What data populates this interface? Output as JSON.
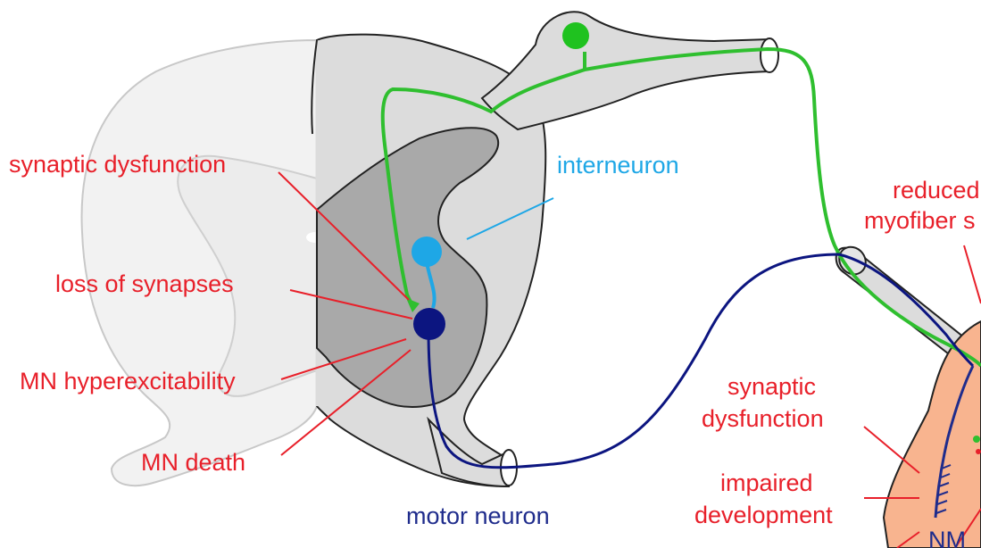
{
  "labels": {
    "synaptic_dysfunction": "synaptic dysfunction",
    "loss_of_synapses": "loss of synapses",
    "mn_hyperexcitability": "MN hyperexcitability",
    "mn_death": "MN death",
    "interneuron": "interneuron",
    "motor_neuron": "motor neuron",
    "reduced_line1": "reduced",
    "reduced_line2": "myofiber s",
    "synaptic_dysfunction_2_line1": "synaptic",
    "synaptic_dysfunction_2_line2": "dysfunction",
    "impaired_development_line1": "impaired",
    "impaired_development_line2": "development",
    "nm_partial": "NM"
  },
  "colors": {
    "pathology_red": "#e8202a",
    "sensory_green": "#2fbf2f",
    "interneuron_blue": "#1ea7e6",
    "motor_neuron_navy": "#0c1580",
    "gray_matter": "#a9a9a9",
    "white_matter": "#dcdcdc",
    "muscle_peach": "#f8b48f"
  }
}
